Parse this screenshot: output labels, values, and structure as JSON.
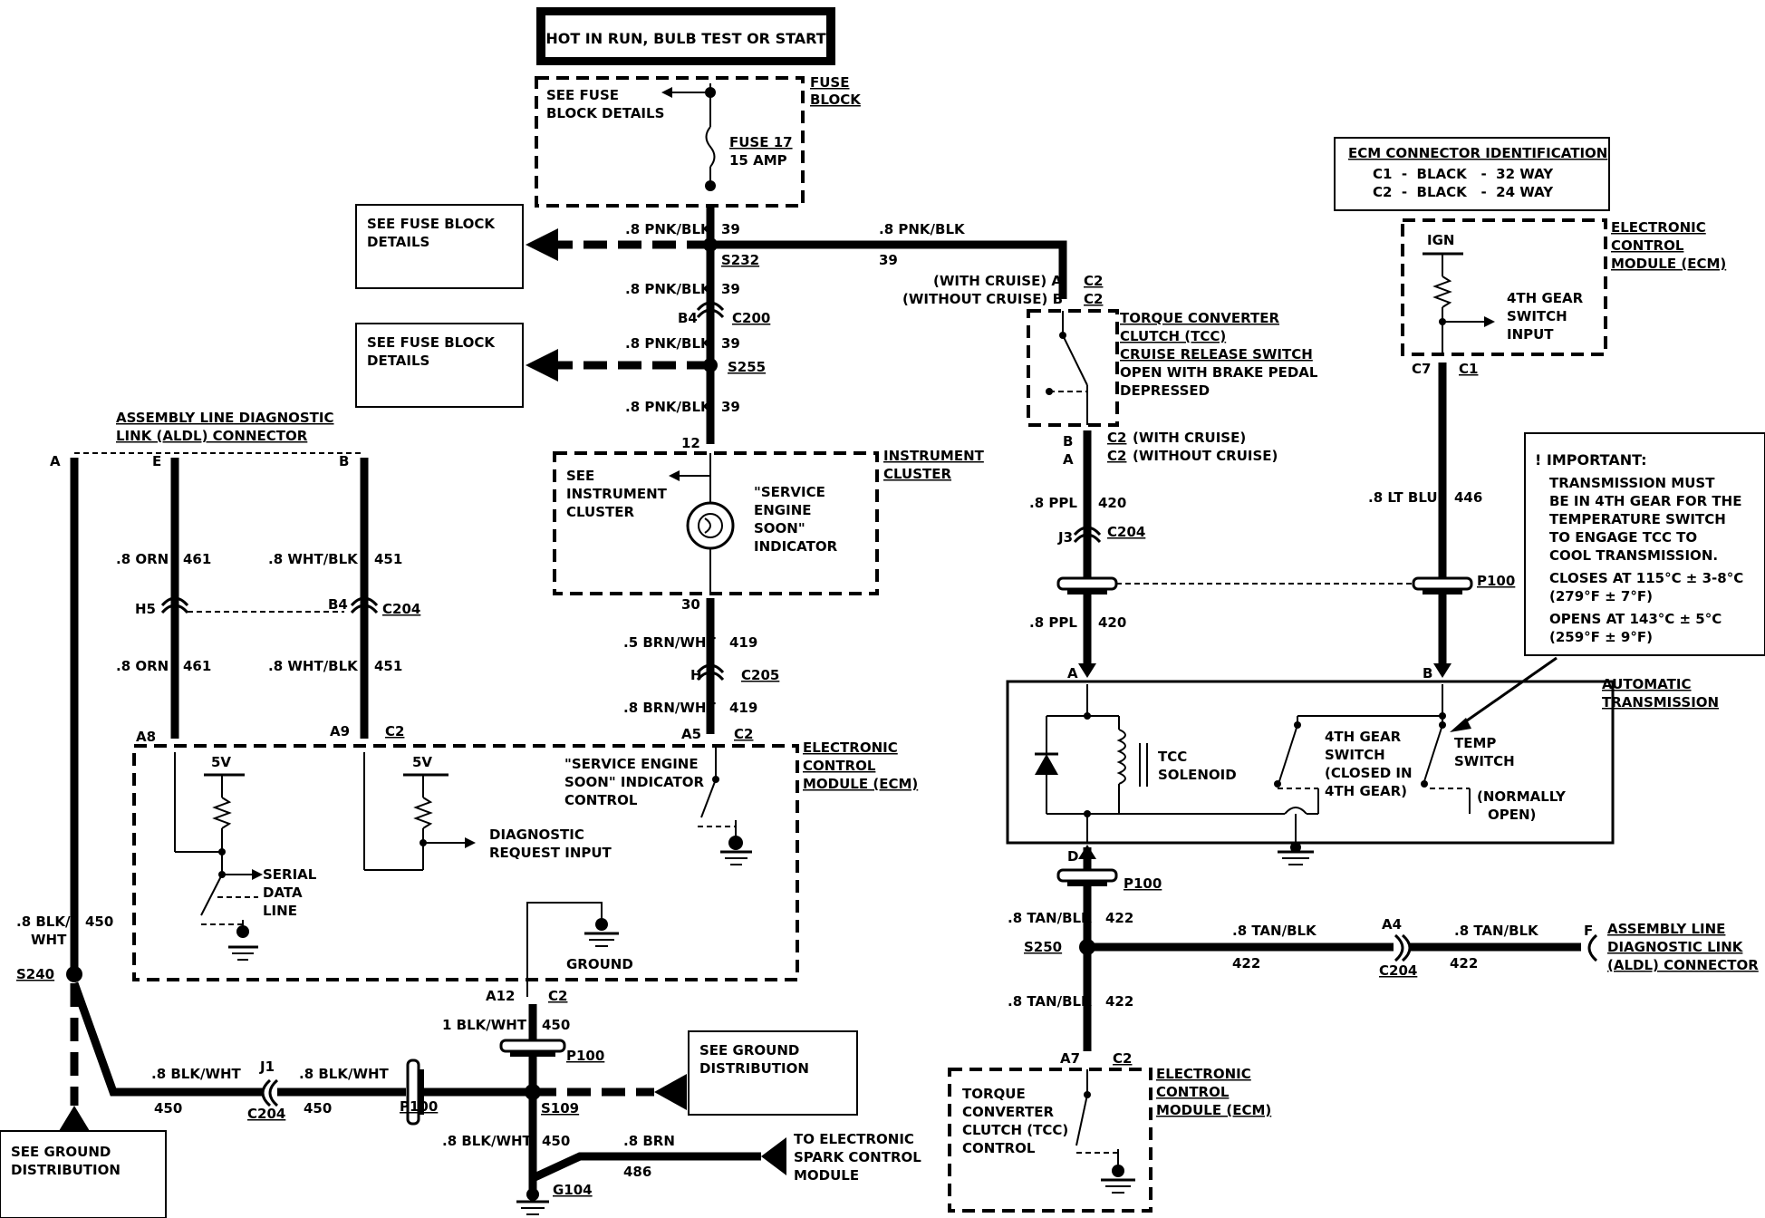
{
  "header": {
    "title": "HOT IN RUN, BULB TEST OR START"
  },
  "fuse_block": {
    "label_line1": "FUSE",
    "label_line2": "BLOCK",
    "see_line1": "SEE FUSE",
    "see_line2": "BLOCK DETAILS",
    "fuse_line1": "FUSE 17",
    "fuse_line2": "15 AMP"
  },
  "ref_boxes": {
    "fuse_block_details_1": {
      "line1": "SEE FUSE BLOCK",
      "line2": "DETAILS"
    },
    "fuse_block_details_2": {
      "line1": "SEE FUSE BLOCK",
      "line2": "DETAILS"
    },
    "ground_distribution_1": {
      "line1": "SEE GROUND",
      "line2": "DISTRIBUTION"
    },
    "ground_distribution_2": {
      "line1": "SEE GROUND",
      "line2": "DISTRIBUTION"
    }
  },
  "ecm_id": {
    "title": "ECM CONNECTOR IDENTIFICATION",
    "row1": "C1  -  BLACK   -  32 WAY",
    "row2": "C2  -  BLACK   -  24 WAY"
  },
  "important": {
    "title": "! IMPORTANT:",
    "lines": [
      "TRANSMISSION MUST",
      "BE IN 4TH GEAR FOR THE",
      "TEMPERATURE SWITCH",
      "TO ENGAGE TCC TO",
      "COOL TRANSMISSION."
    ],
    "closes1": "CLOSES AT 115°C ± 3-8°C",
    "closes2": "(279°F ± 7°F)",
    "opens1": "OPENS AT 143°C ± 5°C",
    "opens2": "(259°F ± 9°F)"
  },
  "wires": {
    "w39": "39",
    "pnk_blk": ".8 PNK/BLK",
    "w420": "420",
    "ppl": ".8 PPL",
    "w446": "446",
    "lt_blu": ".8 LT  BLU",
    "w461": "461",
    "orn": ".8 ORN",
    "w451": "451",
    "wht_blk": ".8 WHT/BLK",
    "w419": "419",
    "brn_wht_5": ".5 BRN/WHT",
    "brn_wht_8": ".8 BRN/WHT",
    "w422": "422",
    "tan_blk": ".8 TAN/BLK",
    "w450": "450",
    "blk_wht": ".8 BLK/WHT",
    "blk_wht_1": "1 BLK/WHT",
    "blk_wht_a": ".8 BLK/",
    "blk_wht_b": "WHT",
    "w486": "486",
    "brn": ".8 BRN"
  },
  "splices": {
    "s232": "S232",
    "s255": "S255",
    "s240": "S240",
    "s109": "S109",
    "s250": "S250",
    "g104": "G104"
  },
  "connectors": {
    "c200": "C200",
    "c204": "C204",
    "c205": "C205",
    "c2": "C2",
    "c1": "C1",
    "p100": "P100",
    "b4": "B4",
    "h5": "H5",
    "j3": "J3",
    "j1": "J1",
    "h": "H",
    "a": "A",
    "b": "B",
    "c7": "C7",
    "d": "D",
    "e": "E",
    "f": "F",
    "a4": "A4",
    "a5": "A5",
    "a7": "A7",
    "a8": "A8",
    "a9": "A9",
    "a12": "A12",
    "p12": "12",
    "p30": "30"
  },
  "cruise": {
    "with": "(WITH CRUISE)  A",
    "without": "(WITHOUT CRUISE)  B",
    "with2": "(WITH CRUISE)",
    "without2": "(WITHOUT CRUISE)"
  },
  "tcc_switch": {
    "l1": "TORQUE CONVERTER",
    "l2": "CLUTCH (TCC)",
    "l3": "CRUISE RELEASE SWITCH",
    "l4": "OPEN WITH BRAKE PEDAL",
    "l5": "DEPRESSED"
  },
  "ecm_top": {
    "l1": "ELECTRONIC",
    "l2": "CONTROL",
    "l3": "MODULE (ECM)",
    "ign": "IGN",
    "in1": "4TH GEAR",
    "in2": "SWITCH",
    "in3": "INPUT"
  },
  "cluster": {
    "l1": "INSTRUMENT",
    "l2": "CLUSTER",
    "see1": "SEE",
    "see2": "INSTRUMENT",
    "see3": "CLUSTER",
    "ind1": "\"SERVICE",
    "ind2": "ENGINE",
    "ind3": "SOON\"",
    "ind4": "INDICATOR"
  },
  "aldl": {
    "l1": "ASSEMBLY LINE DIAGNOSTIC",
    "l2": "LINK (ALDL) CONNECTOR"
  },
  "ecm_mid": {
    "l1": "ELECTRONIC",
    "l2": "CONTROL",
    "l3": "MODULE (ECM)",
    "v5": "5V",
    "ses1": "\"SERVICE ENGINE",
    "ses2": "SOON\" INDICATOR",
    "ses3": "CONTROL",
    "diag1": "DIAGNOSTIC",
    "diag2": "REQUEST INPUT",
    "ser1": "SERIAL",
    "ser2": "DATA",
    "ser3": "LINE",
    "ground": "GROUND"
  },
  "trans": {
    "l1": "AUTOMATIC",
    "l2": "TRANSMISSION",
    "tcc1": "TCC",
    "tcc2": "SOLENOID",
    "g1": "4TH GEAR",
    "g2": "SWITCH",
    "g3": "(CLOSED IN",
    "g4": "4TH GEAR)",
    "temp1": "TEMP",
    "temp2": "SWITCH",
    "no1": "(NORMALLY",
    "no2": "OPEN)"
  },
  "aldl_right": {
    "l1": "ASSEMBLY LINE",
    "l2": "DIAGNOSTIC LINK",
    "l3": "(ALDL) CONNECTOR"
  },
  "ecm_bottom": {
    "l1": "ELECTRONIC",
    "l2": "CONTROL",
    "l3": "MODULE (ECM)",
    "c1": "TORQUE",
    "c2": "CONVERTER",
    "c3": "CLUTCH (TCC)",
    "c4": "CONTROL"
  },
  "spark": {
    "l1": "TO ELECTRONIC",
    "l2": "SPARK CONTROL",
    "l3": "MODULE"
  }
}
